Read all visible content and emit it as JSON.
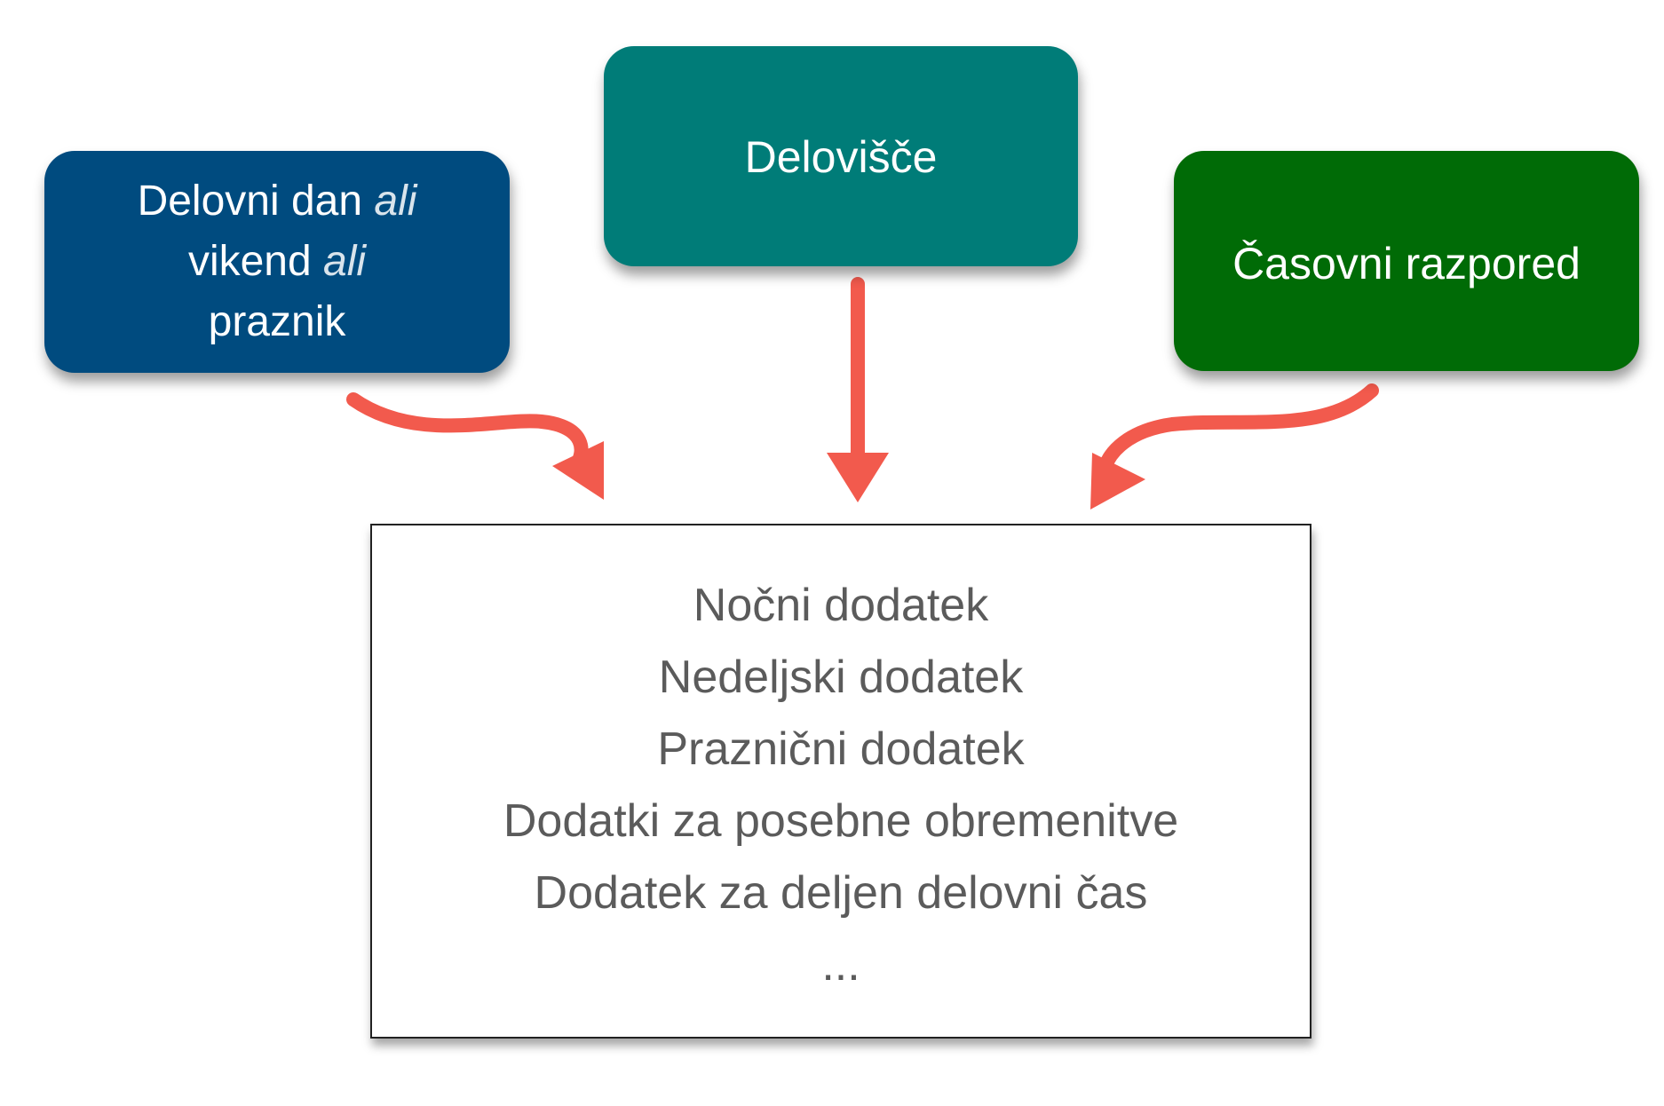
{
  "colors": {
    "left_box": "#004b7f",
    "middle_box": "#007c78",
    "right_box": "#006b06",
    "arrow": "#f25a4d",
    "result_text": "#5b5b5b"
  },
  "left_box": {
    "line1": "Delovni dan",
    "connector1": "ali",
    "line2": "vikend",
    "connector2": "ali",
    "line3": "praznik"
  },
  "middle_box": {
    "label": "Delovišče"
  },
  "right_box": {
    "label": "Časovni razpored"
  },
  "result_box": {
    "items": [
      "Nočni dodatek",
      "Nedeljski dodatek",
      "Praznični dodatek",
      "Dodatki za posebne obremenitve",
      "Dodatek za deljen delovni čas",
      "..."
    ]
  }
}
